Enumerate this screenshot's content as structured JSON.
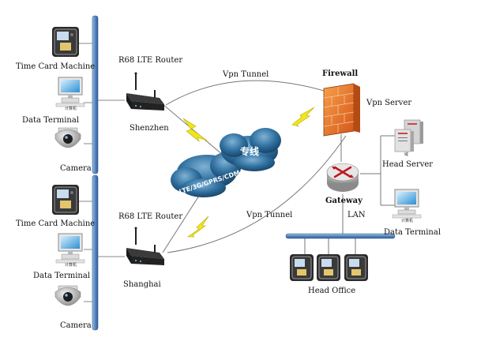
{
  "branches": [
    {
      "time_card": "Time Card Machine",
      "data_terminal": "Data Terminal",
      "monitor_caption": "计算机",
      "camera": "Camera",
      "router": "R68 LTE Router",
      "city": "Shenzhen"
    },
    {
      "time_card": "Time Card Machine",
      "data_terminal": "Data Terminal",
      "monitor_caption": "计算机",
      "camera": "Camera",
      "router": "R68 LTE Router",
      "city": "Shanghai"
    }
  ],
  "tunnels": {
    "top": "Vpn Tunnel",
    "bottom": "Vpn Tunnel"
  },
  "cloud": {
    "main": "专线",
    "network": "LTE/3G/GPRS/CDMA"
  },
  "hq": {
    "firewall": "Firewall",
    "vpn_server": "Vpn Server",
    "server_caption": "域",
    "head_server": "Head Server",
    "gateway": "Gateway",
    "lan": "LAN",
    "monitor_caption": "计算机",
    "data_terminal": "Data Terminal",
    "head_office": "Head Office"
  },
  "colors": {
    "bus": "#5b87bf",
    "firewall": "#e8702a",
    "cloud": "#1f5f8f",
    "lightning": "#f0e61c",
    "router": "#222222",
    "gateway": "#c4161c"
  }
}
